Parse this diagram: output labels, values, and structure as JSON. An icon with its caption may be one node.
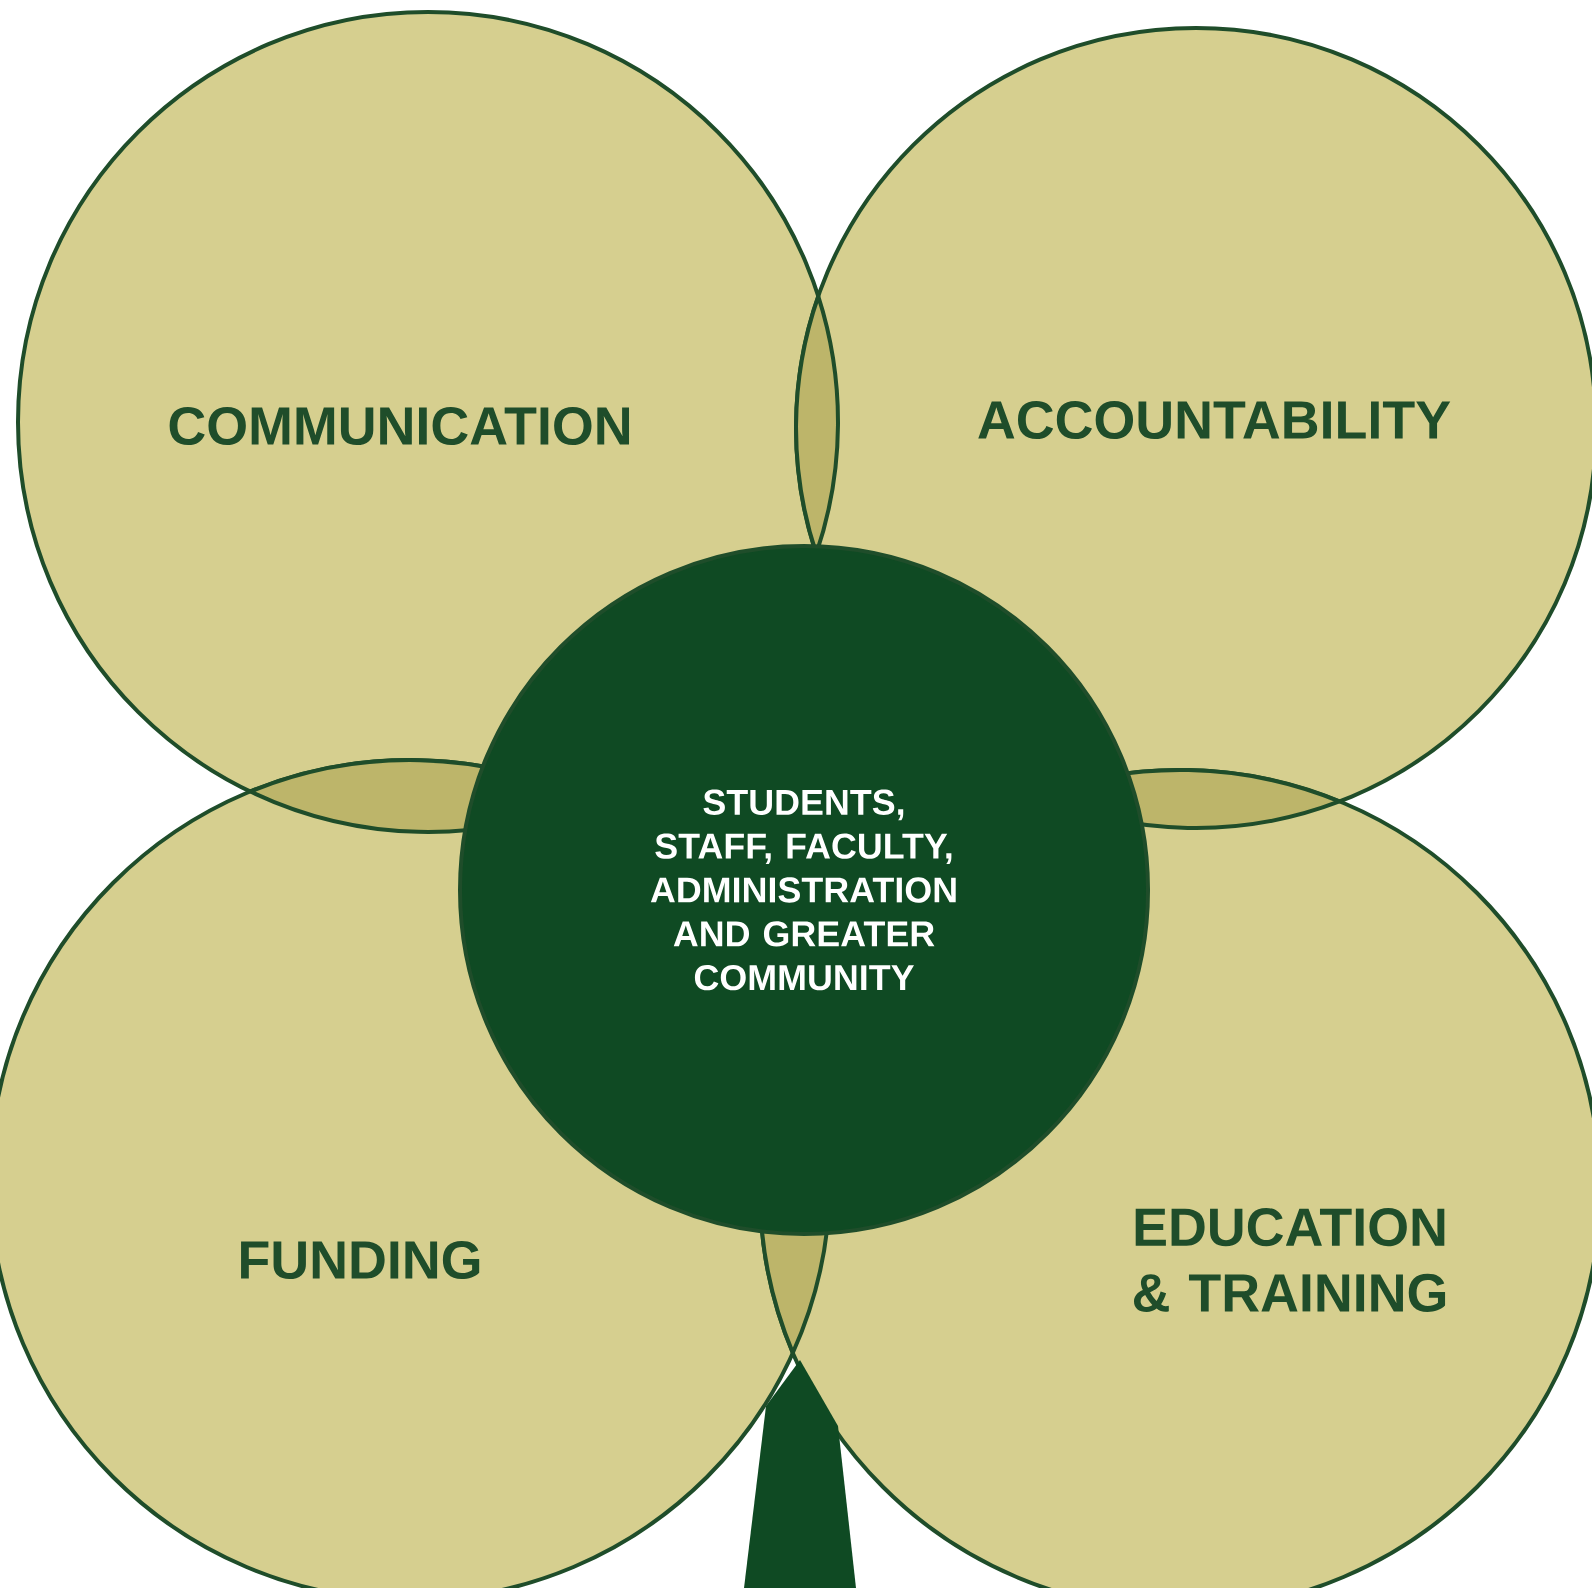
{
  "diagram": {
    "nodes": [
      {
        "text": [
          "COMMUNICATION"
        ]
      },
      {
        "text": [
          "ACCOUNTABILITY"
        ]
      },
      {
        "text": [
          "STUDENTS, STAFF, FACULTY, ADMINISTRATION AND GREATER COMMUNITY"
        ]
      },
      {
        "text": [
          "FUNDING"
        ]
      },
      {
        "text": [
          "EDUCATION & TRAINING"
        ]
      },
      {
        "text": [],
        "shape": "trunk"
      }
    ]
  }
}
